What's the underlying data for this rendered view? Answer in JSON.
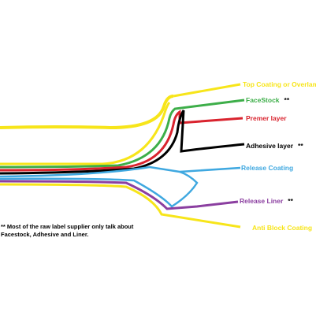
{
  "layers": [
    {
      "id": "top-coating",
      "label": "Top Coating or Overlaminate",
      "color": "#f7e51a",
      "marker": ""
    },
    {
      "id": "facestock",
      "label": "FaceStock",
      "color": "#3dae49",
      "marker": "**"
    },
    {
      "id": "premer",
      "label": "Premer layer",
      "color": "#d9232e",
      "marker": ""
    },
    {
      "id": "adhesive",
      "label": "Adhesive layer",
      "color": "#000000",
      "marker": "**"
    },
    {
      "id": "release-coating",
      "label": "Release Coating",
      "color": "#3fa8e0",
      "marker": ""
    },
    {
      "id": "release-liner",
      "label": "Release Liner",
      "color": "#8b3fa0",
      "marker": "**"
    },
    {
      "id": "anti-block",
      "label": "Anti Block Coating",
      "color": "#f7e51a",
      "marker": ""
    }
  ],
  "footnote": {
    "line1": "** Most of the raw label supplier only talk about",
    "line2": "Facestock, Adhesive and Liner."
  }
}
